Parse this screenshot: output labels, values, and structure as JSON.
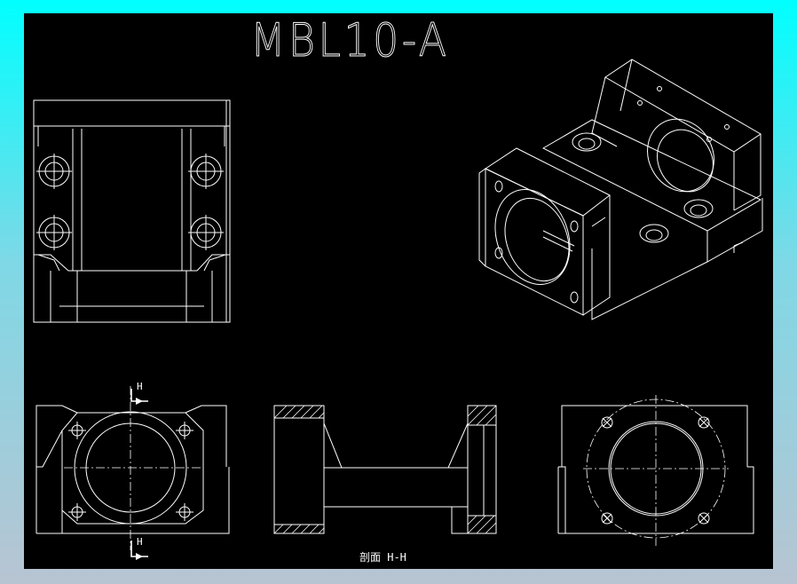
{
  "drawing": {
    "title": "MBL10-A",
    "section_caption": "剖面 H-H",
    "section_mark_top": "H",
    "section_mark_bottom": "H"
  },
  "colors": {
    "frame_top": "#00ffff",
    "frame_bottom": "#b8c4d2",
    "canvas_bg": "#000000",
    "line": "#ffffff"
  }
}
